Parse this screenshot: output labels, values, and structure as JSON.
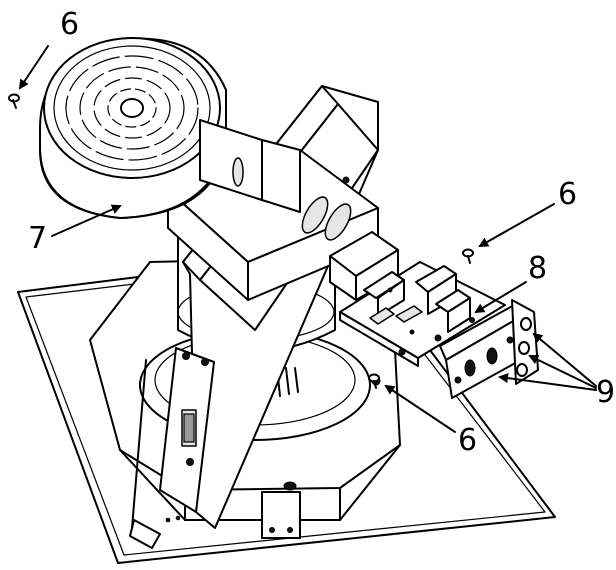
{
  "callouts": {
    "screw_top_left": "6",
    "screw_right": "6",
    "screw_bottom": "6",
    "fan_housing": "7",
    "circuit_board": "8",
    "connectors": "9"
  },
  "colors": {
    "line": "#000000",
    "background": "#ffffff"
  }
}
